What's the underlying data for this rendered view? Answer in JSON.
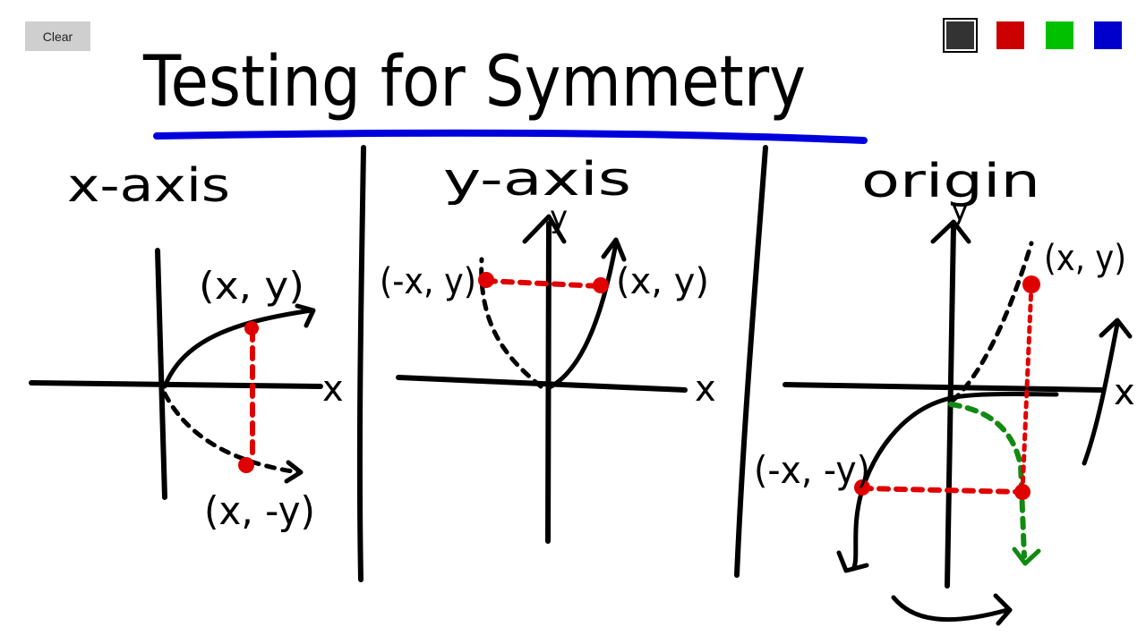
{
  "toolbar": {
    "clear_label": "Clear",
    "colors": [
      {
        "name": "black",
        "hex": "#333333",
        "selected": true
      },
      {
        "name": "red",
        "hex": "#cc0000",
        "selected": false
      },
      {
        "name": "green",
        "hex": "#00c000",
        "selected": false
      },
      {
        "name": "blue",
        "hex": "#0000cc",
        "selected": false
      }
    ]
  },
  "ink": {
    "black": "#000000",
    "red": "#e00000",
    "green": "#118a11",
    "blue": "#0000dd"
  },
  "board": {
    "title": "Testing for Symmetry",
    "panels": [
      {
        "heading": "x-axis",
        "axis_label": "x",
        "point_labels": [
          "(x, y)",
          "(x, -y)"
        ]
      },
      {
        "heading": "y-axis",
        "axis_label": "x",
        "y_label": "y",
        "point_labels": [
          "(-x, y)",
          "(x, y)"
        ]
      },
      {
        "heading": "origin",
        "axis_label": "x",
        "y_label": "y",
        "point_labels": [
          "(x, y)",
          "(-x, -y)"
        ]
      }
    ]
  }
}
